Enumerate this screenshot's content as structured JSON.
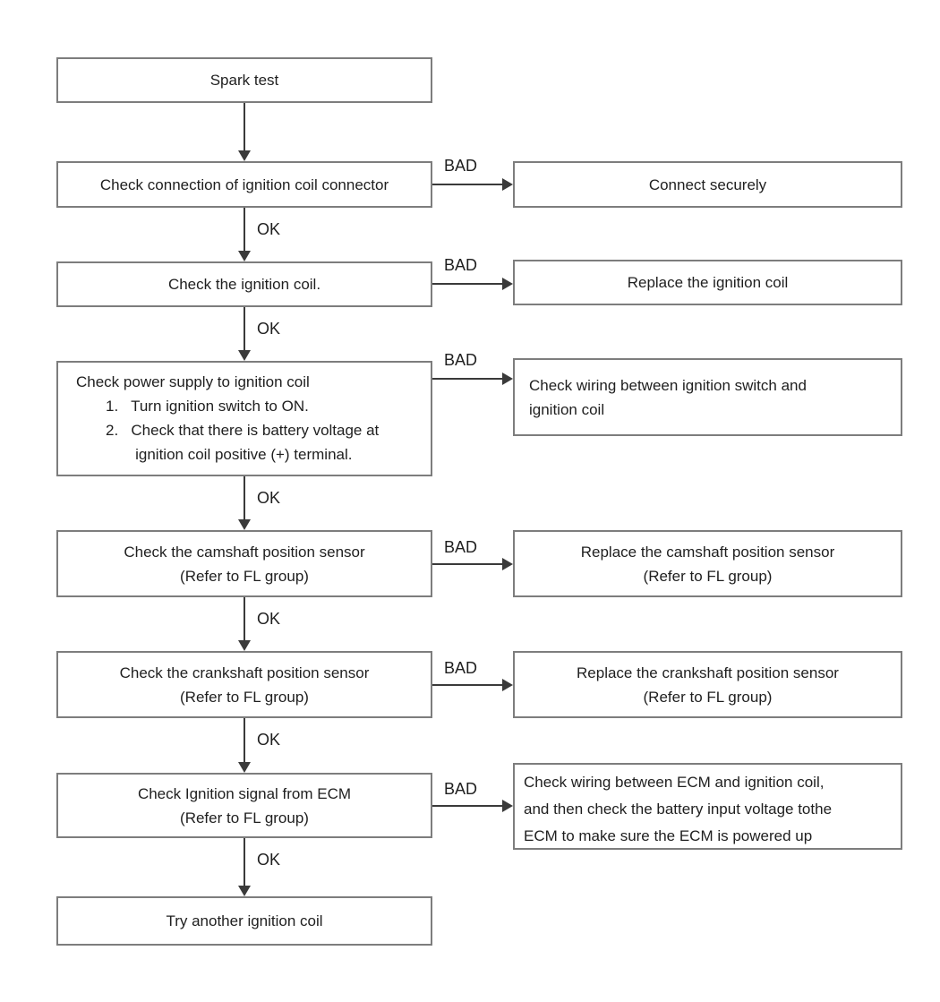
{
  "labels": {
    "ok": "OK",
    "bad": "BAD"
  },
  "colors": {
    "line": "#3a3a3a",
    "box_border": "#7d7d7d",
    "background": "#ffffff",
    "text": "#1f1f1f"
  },
  "steps": {
    "spark_test": "Spark test",
    "check_connection": "Check connection of ignition coil connector",
    "check_coil": "Check the ignition coil.",
    "check_power": "Check power supply to ignition coil\n       1.   Turn ignition switch to ON.\n       2.   Check that there is battery voltage at\n              ignition coil positive (+) terminal.",
    "check_camshaft": "Check the camshaft position sensor\n(Refer to FL group)",
    "check_crankshaft": "Check the crankshaft position sensor\n(Refer to FL group)",
    "check_ecm_signal": "Check Ignition signal from ECM\n(Refer to FL group)",
    "try_another": "Try another ignition coil"
  },
  "actions": {
    "connect_securely": "Connect securely",
    "replace_coil": "Replace the ignition coil",
    "check_wiring_switch": "Check wiring between ignition switch and\nignition coil",
    "replace_camshaft": "Replace the camshaft position sensor\n(Refer to FL group)",
    "replace_crankshaft": "Replace the crankshaft position sensor\n(Refer to FL group)",
    "check_wiring_ecm": "Check wiring between ECM and ignition coil,\nand then check the battery input voltage tothe\nECM to make sure the ECM is powered up"
  }
}
